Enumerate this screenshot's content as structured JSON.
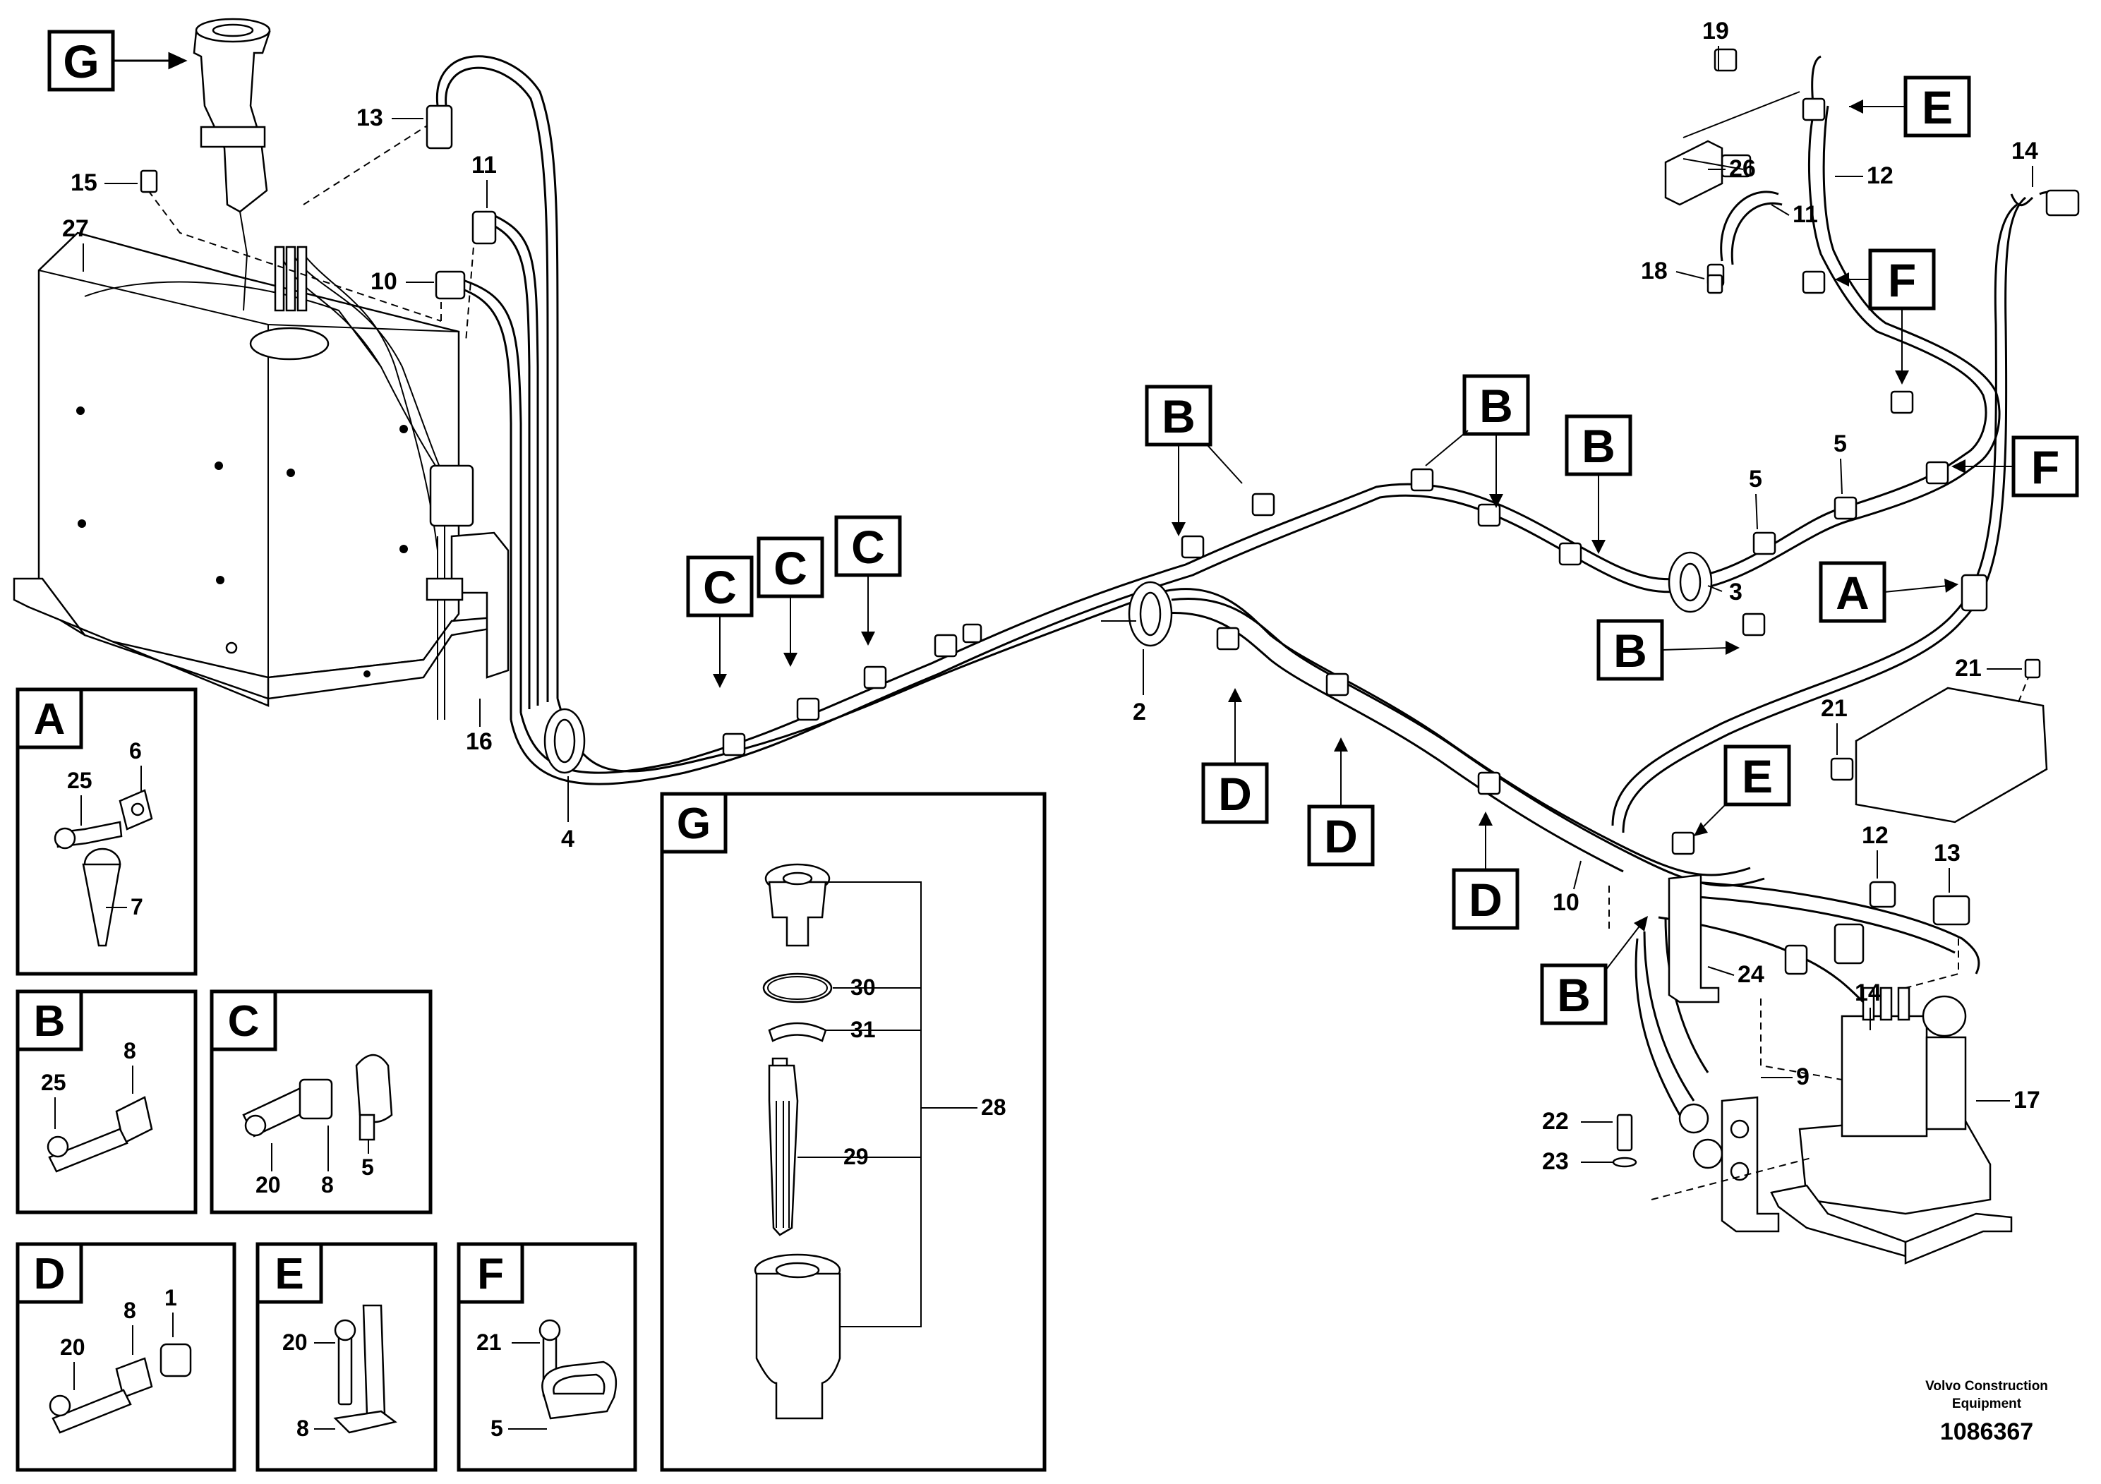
{
  "labels": {
    "callout_G": "G",
    "callout_E": "E",
    "callout_F_top": "F",
    "callout_F_right": "F",
    "callout_A": "A",
    "callout_B_1": "B",
    "callout_B_2": "B",
    "callout_B_3": "B",
    "callout_B_4": "B",
    "callout_B_5": "B",
    "callout_C_1": "C",
    "callout_C_2": "C",
    "callout_C_3": "C",
    "callout_D_1": "D",
    "callout_D_2": "D",
    "callout_D_3": "D",
    "callout_E_lower": "E",
    "n1": "1",
    "n2": "2",
    "n3": "3",
    "n4": "4",
    "n5a": "5",
    "n5b": "5",
    "n9": "9",
    "n10": "10",
    "n10b": "10",
    "n11": "11",
    "n11b": "11",
    "n12": "12",
    "n12b": "12",
    "n13": "13",
    "n13b": "13",
    "n14": "14",
    "n14b": "14",
    "n15": "15",
    "n16": "16",
    "n17": "17",
    "n18": "18",
    "n19": "19",
    "n21a": "21",
    "n21b": "21",
    "n22": "22",
    "n23": "23",
    "n24": "24",
    "n26": "26",
    "n27": "27"
  },
  "insets": {
    "A": {
      "letter": "A",
      "nums": [
        "6",
        "25",
        "7"
      ]
    },
    "B": {
      "letter": "B",
      "nums": [
        "8",
        "25"
      ]
    },
    "C": {
      "letter": "C",
      "nums": [
        "20",
        "8",
        "5"
      ]
    },
    "D": {
      "letter": "D",
      "nums": [
        "8",
        "1",
        "20"
      ]
    },
    "E": {
      "letter": "E",
      "nums": [
        "20",
        "8"
      ]
    },
    "F": {
      "letter": "F",
      "nums": [
        "21",
        "5"
      ]
    },
    "G": {
      "letter": "G",
      "nums": [
        "30",
        "31",
        "28",
        "29"
      ]
    }
  },
  "footer": {
    "company_line1": "Volvo Construction",
    "company_line2": "Equipment",
    "doc_number": "1086367"
  }
}
